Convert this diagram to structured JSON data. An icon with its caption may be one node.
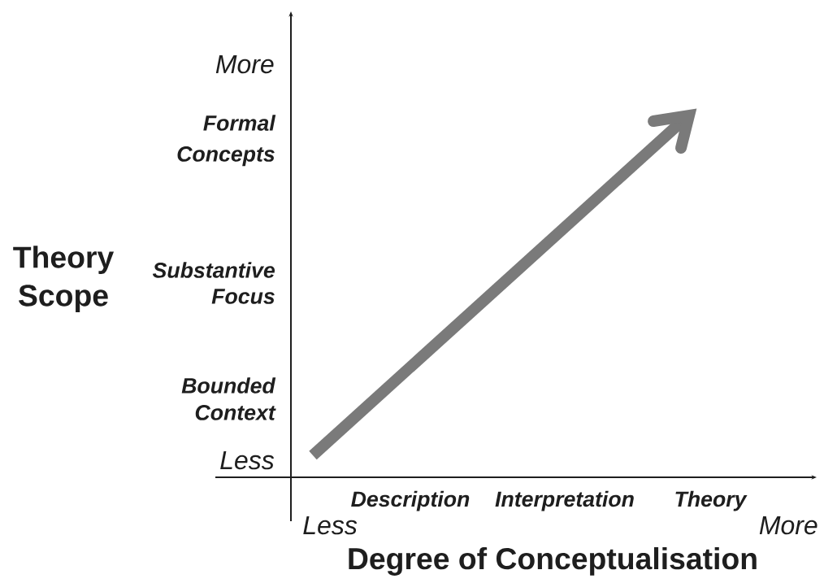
{
  "diagram": {
    "labels": [
      "More",
      "Formal Concepts",
      "Theory Scope",
      "Substantive Focus",
      "Bounded Context",
      "Less",
      "Description",
      "Interpretation",
      "Theory",
      "Less",
      "More",
      "Degree of Conceptualisation"
    ]
  }
}
